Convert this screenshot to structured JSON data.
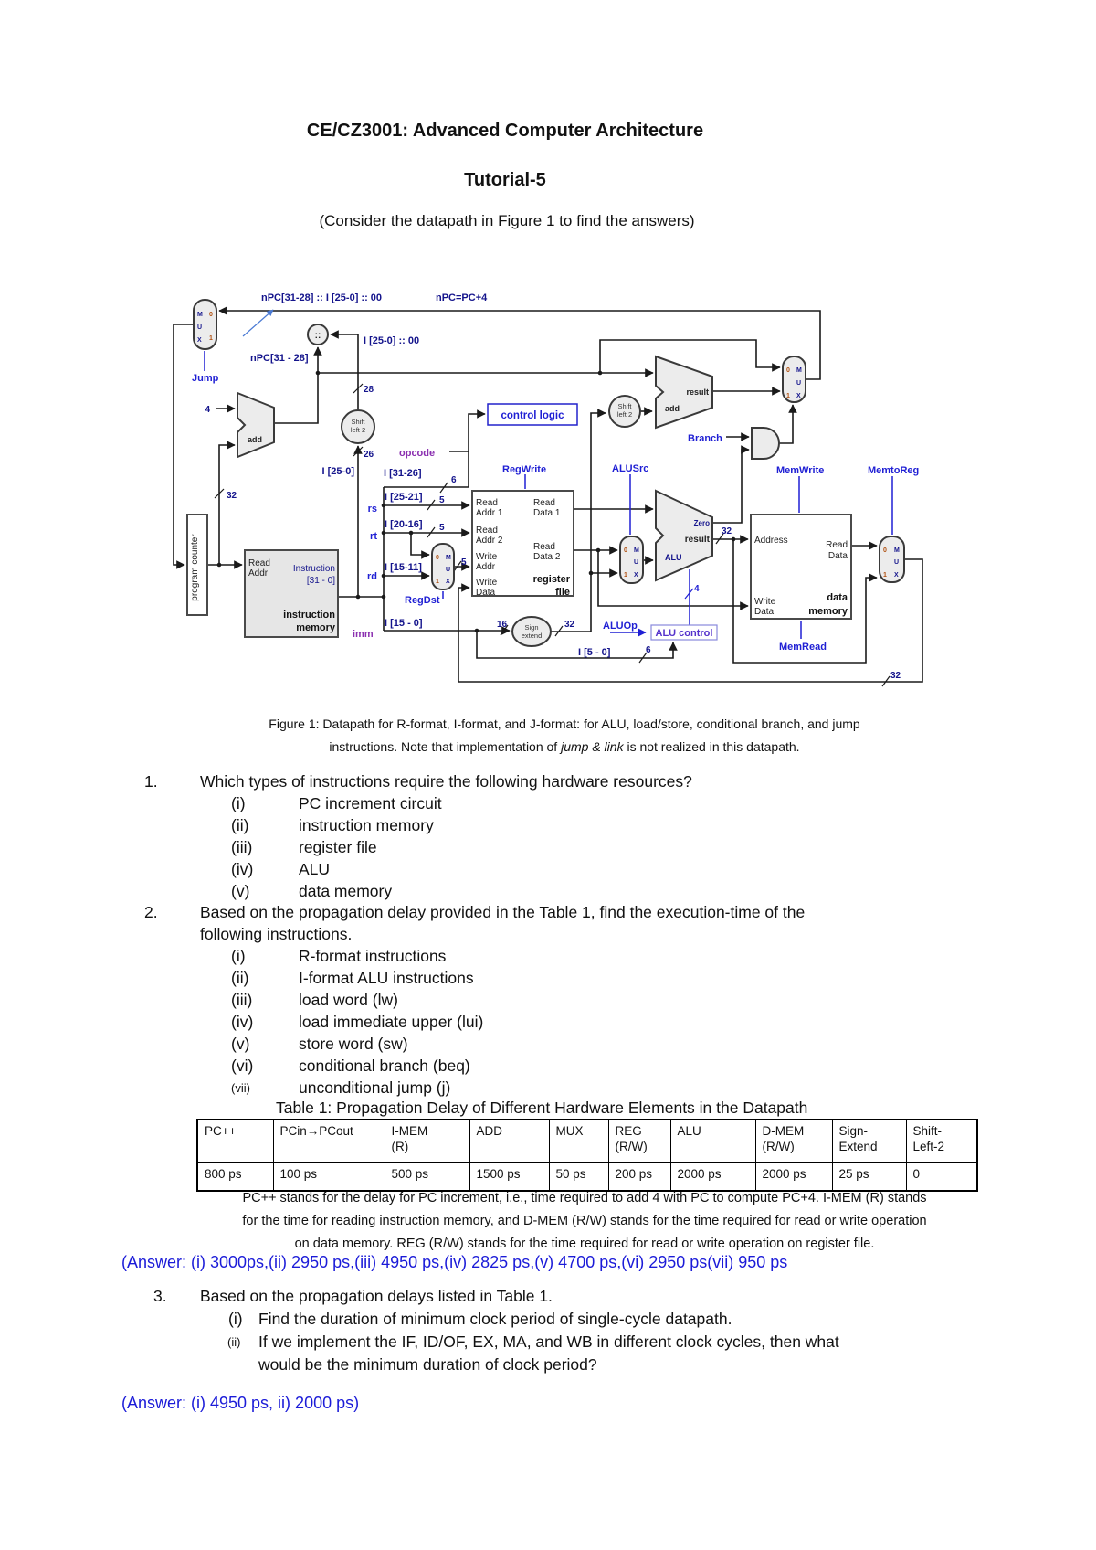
{
  "page": {
    "title": "CE/CZ3001: Advanced Computer Architecture",
    "subtitle": "Tutorial-5",
    "intro": "(Consider the datapath in Figure 1 to find the answers)"
  },
  "figure": {
    "caption1": "Figure 1: Datapath for R-format, I-format, and J-format: for ALU, load/store, conditional branch, and jump",
    "caption2_pre": "instructions. Note that implementation of ",
    "caption2_italic": "jump & link",
    "caption2_post": " is not realized in this datapath.",
    "mux": {
      "m": "M",
      "u": "U",
      "x": "X",
      "i0": "0",
      "i1": "1"
    },
    "labels": {
      "top_concat": "nPC[31-28] :: I [25-0] :: 00",
      "npc_pc4": "nPC=PC+4",
      "npc_3128": "nPC[31 - 28]",
      "i250_00": "I [25-0] :: 00",
      "jump": "Jump",
      "w28": "28",
      "w26": "26",
      "w32_pc": "32",
      "four_const": "4",
      "i250": "I [25-0]",
      "i3126": "I [31-26]",
      "w6_op": "6",
      "opcode": "opcode",
      "imm": "imm",
      "rs": "rs",
      "rt": "rt",
      "rd": "rd",
      "i2521": "I [25-21]",
      "i2016": "I [20-16]",
      "i1511": "I [15-11]",
      "i150": "I [15 - 0]",
      "i50": "I [5 - 0]",
      "w5_rs": "5",
      "w5_rt": "5",
      "w5_rd": "5",
      "w16": "16",
      "w32_se": "32",
      "w32_alu": "32",
      "w4": "4",
      "w6_func": "6",
      "w32_wb": "32",
      "regwrite": "RegWrite",
      "alusrc": "ALUSrc",
      "branch": "Branch",
      "memwrite": "MemWrite",
      "memtoreg": "MemtoReg",
      "memread": "MemRead",
      "aluop": "ALUOp",
      "regdst": "RegDst",
      "control_logic": "control logic",
      "alu_control": "ALU control",
      "add": "add",
      "result": "result",
      "zero": "Zero",
      "alu": "ALU",
      "shift_l1": "Shift",
      "shift_l2": "left 2",
      "concat": "::",
      "sign1": "Sign",
      "sign2": "extend",
      "pc": "program counter",
      "read": "Read",
      "write": "Write",
      "addr": "Addr",
      "data": "Data",
      "addr1": "Addr 1",
      "addr2": "Addr 2",
      "data1": "Data 1",
      "data2": "Data 2",
      "instruction": "Instruction",
      "i310": "[31 - 0]",
      "im1": "instruction",
      "memory": "memory",
      "rf1": "register",
      "rf2": "file",
      "address": "Address",
      "dm1": "data"
    }
  },
  "q1": {
    "n": "1.",
    "text": "Which types of instructions require the following hardware resources?",
    "items": [
      [
        "(i)",
        "PC increment circuit"
      ],
      [
        "(ii)",
        "instruction memory"
      ],
      [
        "(iii)",
        "register file"
      ],
      [
        "(iv)",
        "ALU"
      ],
      [
        "(v)",
        "data memory"
      ]
    ]
  },
  "q2": {
    "n": "2.",
    "line1": "Based on the propagation delay provided in the Table 1, find the execution-time of the",
    "line2": "following instructions.",
    "items": [
      [
        "(i)",
        "R-format instructions"
      ],
      [
        "(ii)",
        "I-format ALU instructions"
      ],
      [
        "(iii)",
        "load word (lw)"
      ],
      [
        "(iv)",
        "load immediate upper (lui)"
      ],
      [
        "(v)",
        "store word (sw)"
      ],
      [
        "(vi)",
        "conditional branch (beq)"
      ],
      [
        "(vii)",
        "unconditional jump (j)"
      ]
    ]
  },
  "table": {
    "caption": "Table 1: Propagation Delay of Different Hardware Elements in the Datapath",
    "headers": [
      [
        "PC++",
        ""
      ],
      [
        "PCin→PCout",
        ""
      ],
      [
        "I-MEM",
        "(R)"
      ],
      [
        "ADD",
        ""
      ],
      [
        "MUX",
        ""
      ],
      [
        "REG",
        "(R/W)"
      ],
      [
        "ALU",
        ""
      ],
      [
        "D-MEM",
        "(R/W)"
      ],
      [
        "Sign-",
        "Extend"
      ],
      [
        "Shift-",
        "Left-2"
      ]
    ],
    "values": [
      "800 ps",
      "100 ps",
      "500 ps",
      "1500 ps",
      "50 ps",
      "200 ps",
      "2000 ps",
      "2000 ps",
      "25 ps",
      "0"
    ]
  },
  "note": {
    "line1": "PC++ stands for the delay for PC increment, i.e., time required to add 4 with PC to compute PC+4. I-MEM (R) stands",
    "line2": "for the time for reading instruction memory, and D-MEM (R/W) stands for the time required for read or write operation",
    "line3": "on data memory. REG (R/W) stands for the time required for read or write operation on register file."
  },
  "answers": {
    "q2": "(Answer: (i) 3000ps,(ii) 2950 ps,(iii) 4950 ps,(iv) 2825 ps,(v) 4700 ps,(vi) 2950 ps(vii) 950 ps",
    "q3": "(Answer: (i) 4950 ps, ii) 2000 ps)"
  },
  "q3": {
    "n": "3.",
    "text": "Based on the propagation delays listed in Table 1.",
    "items_i_n": "(i)",
    "items_i_t": "Find the duration of minimum clock period of single-cycle datapath.",
    "items_ii_n": "(ii)",
    "items_ii_t1": "If we implement the IF, ID/OF, EX, MA, and WB in different clock cycles, then what",
    "items_ii_t2": "would be the minimum duration of clock period?"
  }
}
